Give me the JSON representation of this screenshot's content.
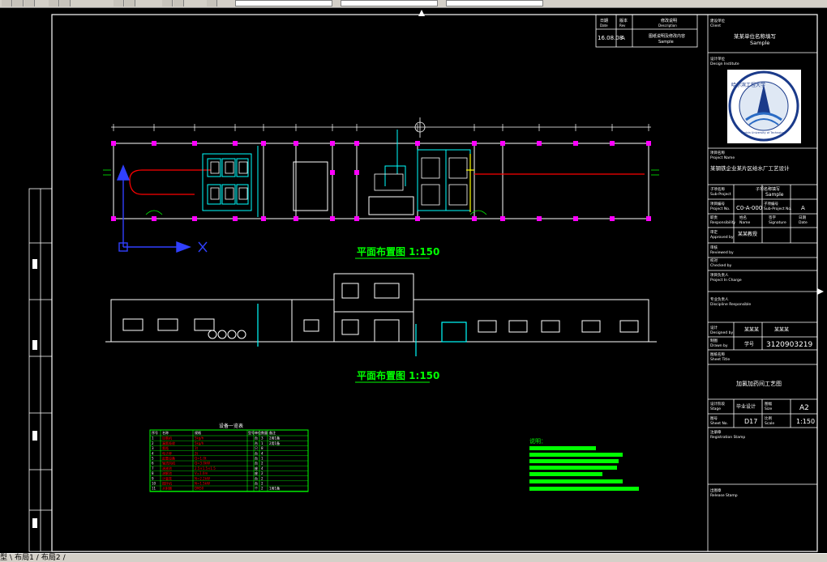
{
  "tabs": {
    "model": "型",
    "layout1": "布局1",
    "layout2": "布局2"
  },
  "plan_titles": {
    "floor_plan": "平面布置图 1:150",
    "elevation": "平面布置图 1:150"
  },
  "revision": {
    "date_header": "日期",
    "date_header_en": "Date",
    "rev_header": "版本",
    "rev_header_en": "Rev",
    "desc_header": "修改说明",
    "desc_header_en": "Description",
    "date": "16.08.08",
    "rev": "A",
    "desc": "图纸说明及修改内容",
    "desc_en": "Sample"
  },
  "title_block": {
    "client_label": "建设单位",
    "client_label_en": "Client",
    "client": "某某单位名称填写",
    "client_en": "Sample",
    "institute_label": "设计单位",
    "institute_label_en": "Design Institute",
    "logo_text": "Harbin University of Technology",
    "logo_cn": "哈尔滨工程大学",
    "project_label": "项目名称",
    "project_label_en": "Project Name",
    "project": "某钢铁企业某片区给水厂工艺设计",
    "subproject_label": "子项名称",
    "subproject_label_en": "Sub-Project",
    "subproject": "子项名称填写",
    "subproject_en": "Sample",
    "project_no_label": "项目编号",
    "project_no_label_en": "Project No.",
    "project_no": "C0-A-000",
    "subproject_no_label": "子项编号",
    "subproject_no_label_en": "Sub-Project No.",
    "rev": "A",
    "resp_label": "职责",
    "resp_label_en": "Responsibility",
    "name_label": "姓名",
    "name_label_en": "Name",
    "sign_label": "签字",
    "sign_label_en": "Signature",
    "date_label": "日期",
    "date_label_en": "Date",
    "approved_label": "审定",
    "approved_label_en": "Approved by",
    "approved_name": "某某教授",
    "reviewed_label": "审核",
    "reviewed_label_en": "Reviewed by",
    "checked_label": "校对",
    "checked_label_en": "Checked by",
    "pic_label": "项目负责人",
    "pic_label_en": "Project In Charge",
    "disc_label": "专业负责人",
    "disc_label_en": "Discipline Responsible",
    "designed_label": "设计",
    "designed_label_en": "Designed by",
    "designed_name": "某某某",
    "student_label": "学号",
    "student_no": "3120903219",
    "drawn_label": "制图",
    "drawn_label_en": "Drawn by",
    "drawn_name": "某某某",
    "sheet_title_label": "图纸名称",
    "sheet_title_label_en": "Sheet Title",
    "sheet_title": "加氯加药间工艺图",
    "stage_label": "设计阶段",
    "stage_label_en": "Stage",
    "stage": "毕业设计",
    "size_label": "图幅",
    "size_label_en": "Size",
    "size": "A2",
    "sheet_no_label": "图号",
    "sheet_no_label_en": "Sheet No.",
    "sheet_no": "D17",
    "scale_label": "比例",
    "scale_label_en": "Scale",
    "scale": "1:150",
    "reg_label": "注册章",
    "reg_label_en": "Registration Stamp",
    "pub_label": "出图章",
    "pub_label_en": "Release Stamp"
  },
  "equipment_table": {
    "title": "设备一览表",
    "headers": [
      "序号",
      "名称",
      "规格",
      "型号",
      "单位",
      "数量",
      "备注"
    ],
    "rows": [
      [
        "1",
        "加氯机",
        "5kg/h",
        "",
        "台",
        "3",
        "2用1备"
      ],
      [
        "2",
        "漏氯吸收",
        "5kg/h",
        "",
        "台",
        "1",
        "2用1备"
      ],
      [
        "3",
        "氯瓶",
        "1t",
        "",
        "只",
        "8",
        ""
      ],
      [
        "4",
        "电子秤",
        "2t",
        "",
        "台",
        "4",
        ""
      ],
      [
        "5",
        "起重设备",
        "Q=1.0t",
        "",
        "台",
        "1",
        ""
      ],
      [
        "6",
        "轴流风机",
        "Q=3.0kW",
        "",
        "台",
        "2",
        ""
      ],
      [
        "7",
        "溶液池",
        "2.5×1.5×1.5",
        "",
        "座",
        "4",
        ""
      ],
      [
        "8",
        "溶解池",
        "V=1.0m",
        "",
        "座",
        "2",
        ""
      ],
      [
        "9",
        "计量泵",
        "N=2.2kW",
        "",
        "台",
        "2",
        ""
      ],
      [
        "10",
        "搅拌机",
        "N=1.5kW",
        "",
        "台",
        "2",
        ""
      ],
      [
        "11",
        "水射器",
        "DN50",
        "",
        "个",
        "2",
        "1用1备"
      ]
    ]
  },
  "notes": {
    "title": "说明："
  },
  "colors": {
    "cad_bg": "#000000",
    "cyan": "#00ffff",
    "magenta": "#ff00ff",
    "green": "#00ff00",
    "red": "#ff0000",
    "yellow": "#ffff00",
    "blue": "#0000ff"
  }
}
